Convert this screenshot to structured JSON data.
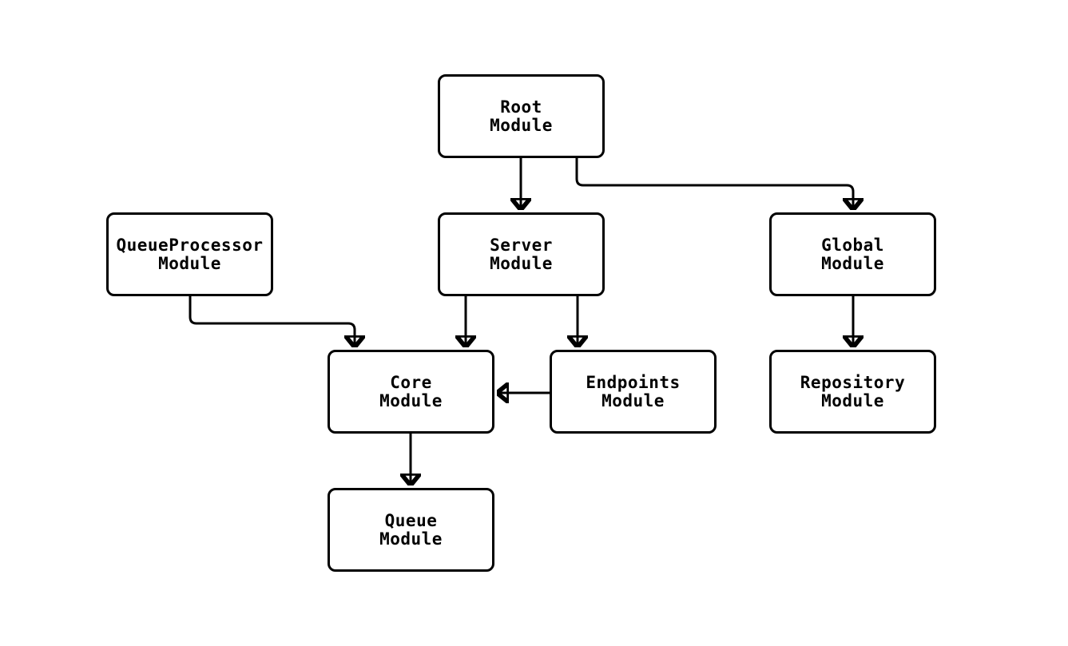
{
  "diagram": {
    "type": "module-dependency-graph",
    "colors": {
      "background": "#ffffff",
      "node_fill": "#ffffff",
      "node_border": "#000000",
      "edge_stroke": "#000000",
      "text": "#000000"
    },
    "nodes": {
      "root": {
        "name": "Root",
        "type": "Module"
      },
      "queueProcessor": {
        "name": "QueueProcessor",
        "type": "Module"
      },
      "server": {
        "name": "Server",
        "type": "Module"
      },
      "global": {
        "name": "Global",
        "type": "Module"
      },
      "core": {
        "name": "Core",
        "type": "Module"
      },
      "endpoints": {
        "name": "Endpoints",
        "type": "Module"
      },
      "repository": {
        "name": "Repository",
        "type": "Module"
      },
      "queue": {
        "name": "Queue",
        "type": "Module"
      }
    },
    "edges": [
      {
        "from": "Root Module",
        "to": "Server Module"
      },
      {
        "from": "Root Module",
        "to": "Global Module"
      },
      {
        "from": "QueueProcessor Module",
        "to": "Core Module"
      },
      {
        "from": "Server Module",
        "to": "Core Module"
      },
      {
        "from": "Server Module",
        "to": "Endpoints Module"
      },
      {
        "from": "Endpoints Module",
        "to": "Core Module"
      },
      {
        "from": "Global Module",
        "to": "Repository Module"
      },
      {
        "from": "Core Module",
        "to": "Queue Module"
      }
    ]
  }
}
